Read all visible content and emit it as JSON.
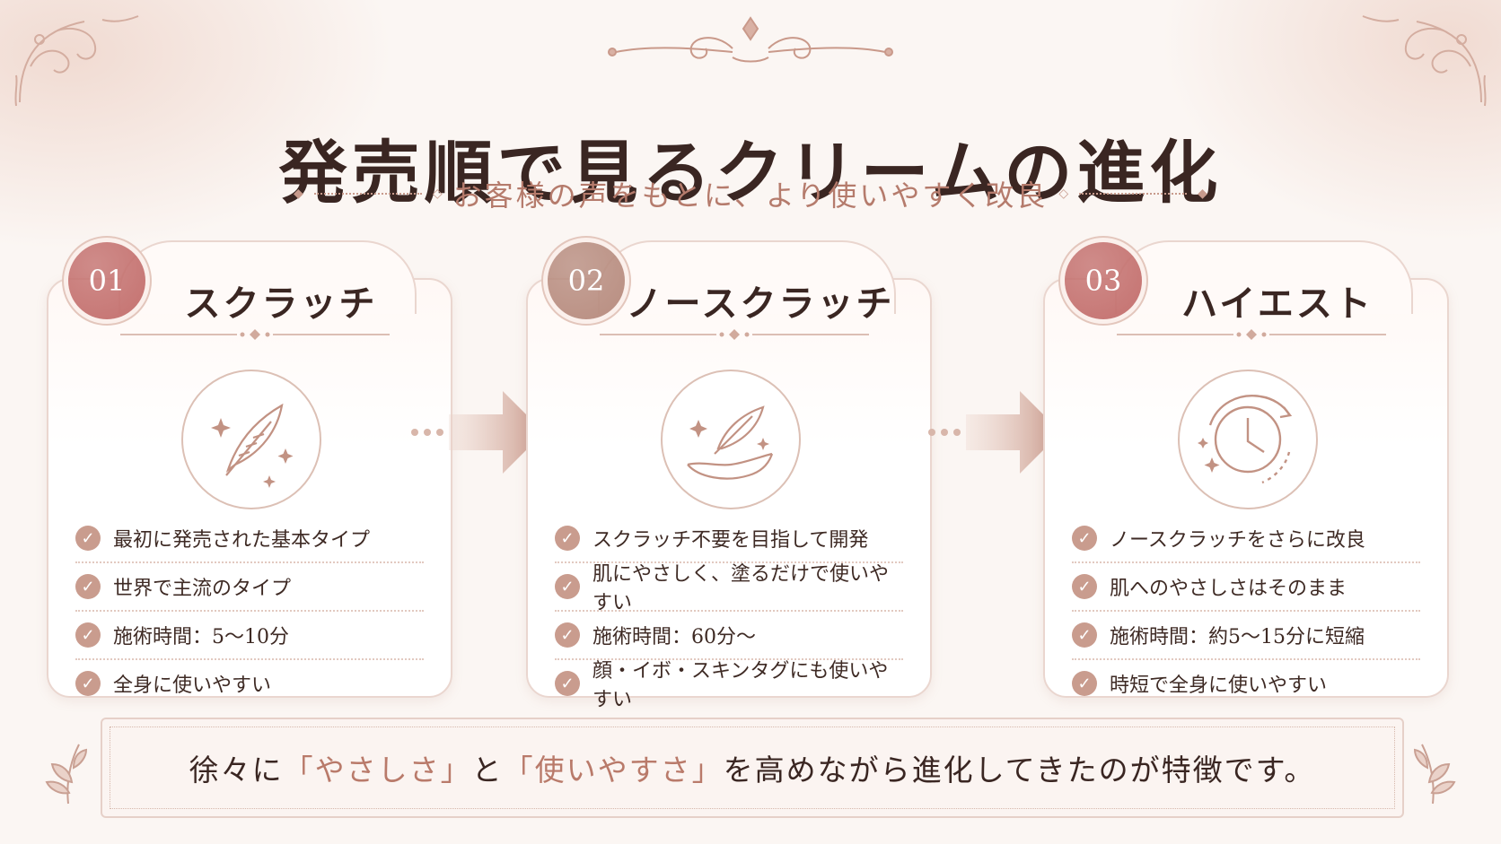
{
  "page": {
    "title": "発売順で見るクリームの進化",
    "subtitle": "お客様の声をもとに、より使いやすく改良"
  },
  "colors": {
    "accent": "#c99c8e",
    "badge_1": "#c4716f",
    "badge_2": "#b88d80",
    "badge_3": "#c4716f",
    "text": "#3a2622",
    "highlight": "#b97a6a"
  },
  "cards": [
    {
      "number": "01",
      "title": "スクラッチ",
      "icon": "feather-sparkle-icon",
      "features": [
        "最初に発売された基本タイプ",
        "世界で主流のタイプ",
        "施術時間：5〜10分",
        "全身に使いやすい"
      ]
    },
    {
      "number": "02",
      "title": "ノースクラッチ",
      "icon": "feather-hand-icon",
      "features": [
        "スクラッチ不要を目指して開発",
        "肌にやさしく、塗るだけで使いやすい",
        "施術時間：60分〜",
        "顔・イボ・スキンタグにも使いやすい"
      ]
    },
    {
      "number": "03",
      "title": "ハイエスト",
      "icon": "clock-icon",
      "features": [
        "ノースクラッチをさらに改良",
        "肌へのやさしさはそのまま",
        "施術時間：約5〜15分に短縮",
        "時短で全身に使いやすい"
      ]
    }
  ],
  "banner": {
    "part1": "徐々に",
    "highlight1": "「やさしさ」",
    "part2": "と",
    "highlight2": "「使いやすさ」",
    "part3": "を高めながら進化してきたのが特徴です。"
  }
}
